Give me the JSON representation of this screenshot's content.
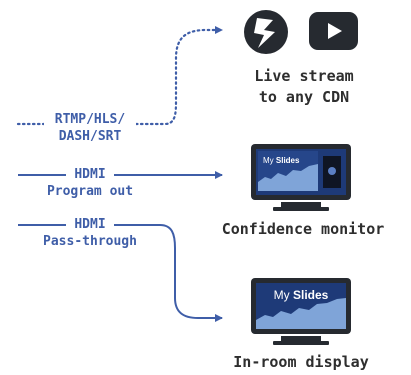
{
  "colors": {
    "wire": "#3f5ea8",
    "device": "#262a30",
    "screen": "#1e3a78",
    "accent": "#7fa4d8"
  },
  "outputs": [
    {
      "id": "stream",
      "input_label_lines": [
        "RTMP/HLS/",
        "DASH/SRT"
      ],
      "line_style": "dotted",
      "icons": [
        "lightning-logo-icon",
        "youtube-icon"
      ],
      "caption_lines": [
        "Live stream",
        "to any CDN"
      ]
    },
    {
      "id": "confidence",
      "input_label_lines": [
        "HDMI",
        "Program out"
      ],
      "line_style": "solid",
      "screen_text": {
        "light": "My ",
        "bold": "Slides"
      },
      "caption_lines": [
        "Confidence monitor"
      ]
    },
    {
      "id": "inroom",
      "input_label_lines": [
        "HDMI",
        "Pass-through"
      ],
      "line_style": "solid",
      "screen_text": {
        "light": "My ",
        "bold": "Slides"
      },
      "caption_lines": [
        "In-room display"
      ]
    }
  ]
}
